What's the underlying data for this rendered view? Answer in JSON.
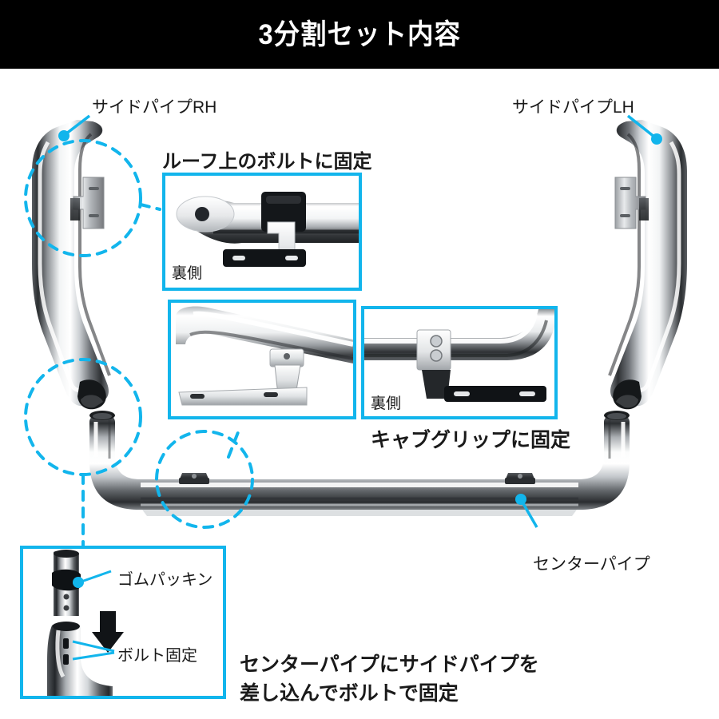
{
  "header": {
    "title": "3分割セット内容",
    "background": "#000000",
    "text_color": "#ffffff"
  },
  "accent_color": "#12b5ec",
  "labels": {
    "side_pipe_rh": "サイドパイプRH",
    "side_pipe_lh": "サイドパイプLH",
    "center_pipe": "センターパイプ"
  },
  "insets": {
    "roof_bolt": {
      "title": "ルーフ上のボルトに固定",
      "caption": "裏側"
    },
    "cab_grip_left": {
      "caption": ""
    },
    "cab_grip_right": {
      "caption": "裏側"
    },
    "cab_grip_title": "キャブグリップに固定",
    "joint": {
      "rubber_packing": "ゴムパッキン",
      "bolt_fix": "ボルト固定"
    }
  },
  "bottom_caption": {
    "line1": "センターパイプにサイドパイプを",
    "line2": "差し込んでボルトで固定"
  }
}
